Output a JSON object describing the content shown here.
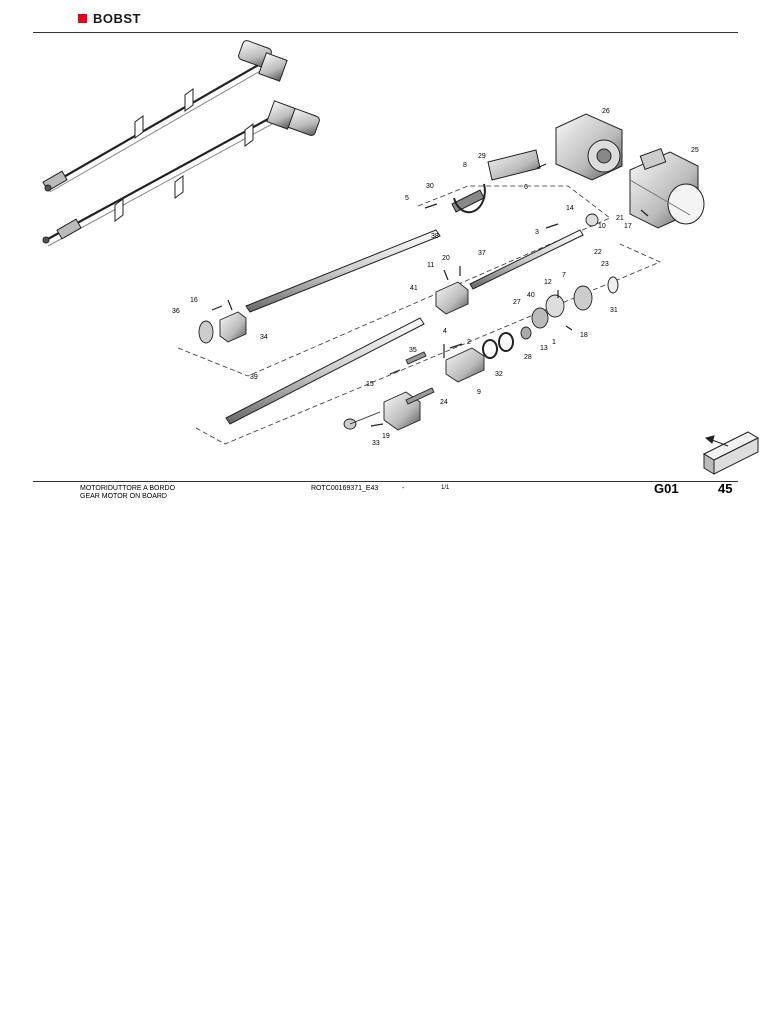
{
  "header": {
    "brand": "BOBST",
    "brand_color": "#e3001b"
  },
  "callouts": [
    "1",
    "2",
    "3",
    "4",
    "5",
    "6",
    "7",
    "8",
    "9",
    "10",
    "11",
    "12",
    "13",
    "14",
    "15",
    "16",
    "17",
    "18",
    "19",
    "20",
    "21",
    "22",
    "23",
    "24",
    "25",
    "26",
    "27",
    "28",
    "29",
    "30",
    "31",
    "32",
    "33",
    "34",
    "35",
    "36",
    "37",
    "38",
    "39",
    "40",
    "41"
  ],
  "footer": {
    "title_it": "MOTORIDUTTORE A BORDO",
    "title_en": "GEAR MOTOR ON BOARD",
    "ref": "ROTC00169371_E43",
    "dash": "-",
    "sheet": "1/1",
    "code": "G01",
    "page": "45"
  }
}
